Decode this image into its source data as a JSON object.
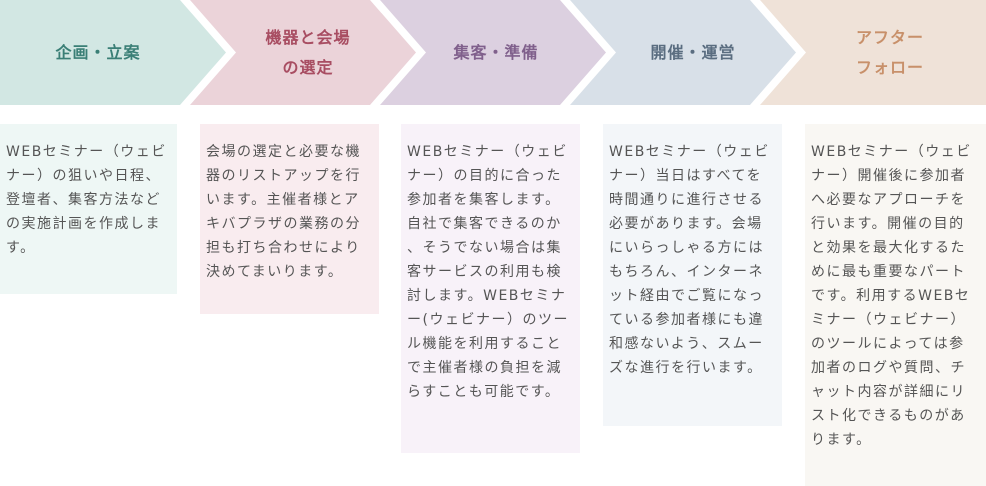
{
  "steps": [
    {
      "title_lines": [
        "企画・立案"
      ],
      "chevron_color": "#d2e7e3",
      "title_color": "#3a7f76",
      "card_color": "#eef7f5",
      "body": "WEBセミナー（ウェビ\nナー）の狙いや日程、\n登壇者、集客方法など\nの実施計画を作成しま\nす。"
    },
    {
      "title_lines": [
        "機器と会場",
        "の選定"
      ],
      "chevron_color": "#ebd3d9",
      "title_color": "#a84d62",
      "card_color": "#f9ecef",
      "body": "会場の選定と必要な機\n器のリストアップを行\nいます。主催者様とア\nキバプラザの業務の分\n担も打ち合わせにより\n決めてまいります。"
    },
    {
      "title_lines": [
        "集客・準備"
      ],
      "chevron_color": "#dcd0e0",
      "title_color": "#80608c",
      "card_color": "#f8f2f9",
      "body": "WEBセミナー（ウェビ\nナー）の目的に合った\n参加者を集客します。\n自社で集客できるのか\n、そうでない場合は集\n客サービスの利用も検\n討します。WEBセミナ\nー(ウェビナー）のツー\nル機能を利用すること\nで主催者様の負担を減\nらすことも可能です。"
    },
    {
      "title_lines": [
        "開催・運営"
      ],
      "chevron_color": "#d8e0e8",
      "title_color": "#5a6d80",
      "card_color": "#f3f6f9",
      "body": "WEBセミナー（ウェビ\nナー）当日はすべてを\n時間通りに進行させる\n必要があります。会場\nにいらっしゃる方には\nもちろん、インターネ\nット経由でご覧になっ\nている参加者様にも違\n和感ないよう、スムー\nズな進行を行います。"
    },
    {
      "title_lines": [
        "アフター",
        "フォロー"
      ],
      "chevron_color": "#efe2d8",
      "title_color": "#c8906a",
      "card_color": "#f9f7f3",
      "body": "WEBセミナー（ウェビ\nナー）開催後に参加者\nへ必要なアプローチを\n行います。開催の目的\nと効果を最大化するた\nめに最も重要なパート\nです。利用するWEBセ\nミナー（ウェビナー）\nのツールによっては参\n加者のログや質問、チ\nャット内容が詳細にリ\nスト化できるものがあ\nります。"
    }
  ]
}
